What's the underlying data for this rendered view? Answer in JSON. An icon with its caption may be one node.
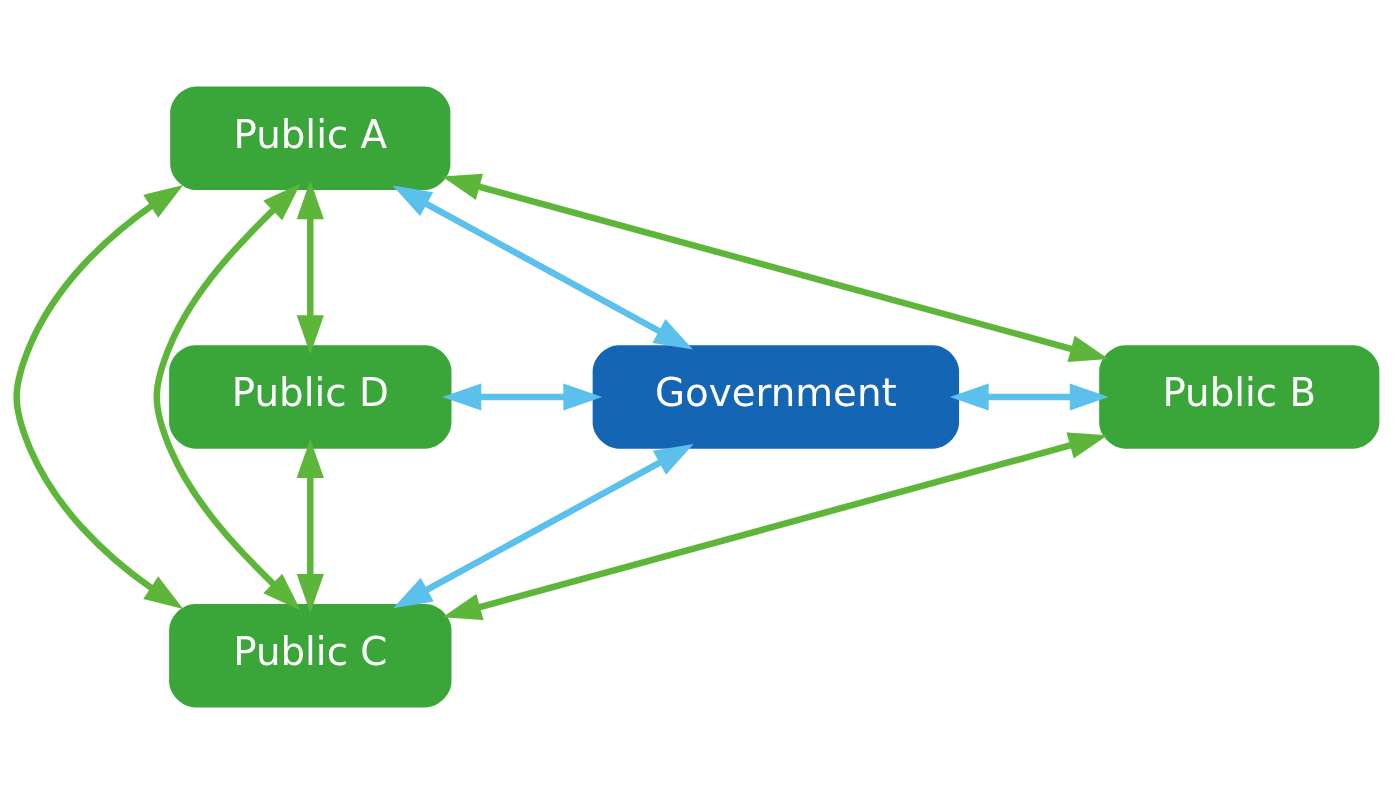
{
  "diagram": {
    "nodes": [
      {
        "text": [
          "Public A"
        ]
      },
      {
        "text": [
          "Public D"
        ]
      },
      {
        "text": [
          "Government"
        ]
      },
      {
        "text": [
          "Public B"
        ]
      },
      {
        "text": [
          "Public C"
        ]
      }
    ],
    "edges": [
      {
        "from": 0,
        "to": 1,
        "arrow": "both"
      },
      {
        "from": 0,
        "to": 3,
        "arrow": "both"
      },
      {
        "from": 0,
        "to": 4,
        "arrow": "both"
      },
      {
        "from": 0,
        "to": 4,
        "arrow": "both"
      },
      {
        "from": 0,
        "to": 2,
        "arrow": "both",
        "color": "#5bc0eb"
      },
      {
        "from": 1,
        "to": 2,
        "arrow": "both",
        "color": "#5bc0eb"
      },
      {
        "from": 2,
        "to": 3,
        "arrow": "both",
        "color": "#5bc0eb"
      },
      {
        "from": 2,
        "to": 4,
        "arrow": "both",
        "color": "#5bc0eb"
      },
      {
        "from": 1,
        "to": 4,
        "arrow": "both"
      },
      {
        "from": 3,
        "to": 4,
        "arrow": "both"
      }
    ]
  }
}
